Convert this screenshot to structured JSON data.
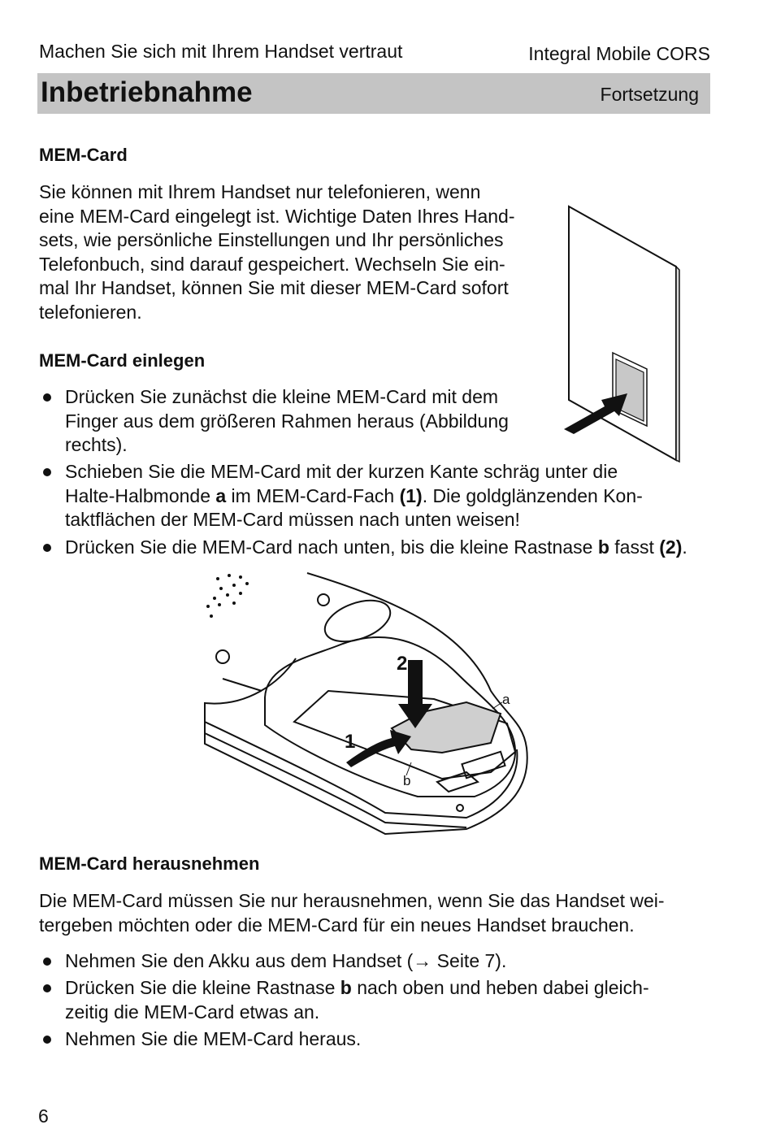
{
  "header": {
    "left": "Machen Sie sich mit Ihrem Handset vertraut",
    "right": "Integral Mobile CORS"
  },
  "title_bar": {
    "title": "Inbetriebnahme",
    "subtitle": "Fortsetzung"
  },
  "section1": {
    "heading": "MEM-Card",
    "lines": [
      "Sie können mit Ihrem Handset nur telefonieren, wenn",
      "eine MEM-Card eingelegt ist. Wichtige Daten Ihres Hand-",
      "sets, wie persönliche Einstellungen und Ihr persönliches",
      "Telefonbuch, sind darauf gespeichert. Wechseln Sie ein-",
      "mal Ihr Handset, können Sie mit dieser MEM-Card sofort",
      "telefonieren."
    ]
  },
  "section2": {
    "heading": "MEM-Card einlegen",
    "b1": [
      "Drücken Sie zunächst die kleine MEM-Card mit dem",
      "Finger aus dem größeren Rahmen heraus (Abbildung",
      "rechts)."
    ],
    "b2": {
      "l1": "Schieben Sie die MEM-Card mit der kurzen Kante schräg unter die",
      "l2a": "Halte-Halbmonde ",
      "l2b": "a",
      "l2c": " im MEM-Card-Fach ",
      "l2d": "(1)",
      "l2e": ". Die goldglänzenden Kon-",
      "l3": "taktflächen der MEM-Card müssen nach unten weisen!"
    },
    "b3": {
      "a": "Drücken Sie die MEM-Card nach unten, bis die kleine Rastnase ",
      "b": "b",
      "c": " fasst ",
      "d": "(2)",
      "e": "."
    }
  },
  "figure": {
    "label_1": "1",
    "label_2": "2",
    "label_a": "a",
    "label_b": "b"
  },
  "section3": {
    "heading": "MEM-Card herausnehmen",
    "lines": [
      "Die MEM-Card müssen Sie nur herausnehmen, wenn Sie das Handset wei-",
      "tergeben möchten oder die MEM-Card für ein neues Handset brauchen."
    ],
    "b1": "Nehmen Sie den Akku aus dem Handset (→ Seite 7).",
    "b2": {
      "a": "Drücken Sie die kleine Rastnase ",
      "b": "b",
      "c": " nach oben und heben dabei gleich-",
      "l2": "zeitig die MEM-Card etwas an."
    },
    "b3": "Nehmen Sie die MEM-Card heraus."
  },
  "page_number": "6"
}
